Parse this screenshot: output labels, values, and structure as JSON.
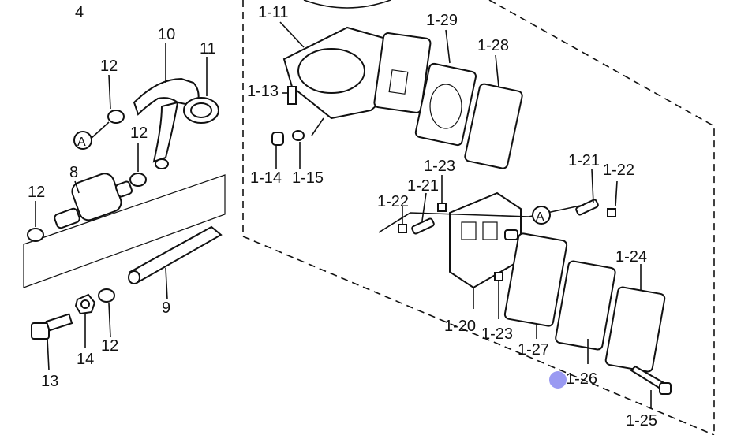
{
  "diagram": {
    "callouts": {
      "c4": "4",
      "c10": "10",
      "c11": "11",
      "c12a": "12",
      "c12b": "12",
      "c12c": "12",
      "c12d": "12",
      "c8": "8",
      "c9": "9",
      "c13": "13",
      "c14": "14",
      "cA1": "A",
      "cA2": "A",
      "c1_11": "1-11",
      "c1_13": "1-13",
      "c1_14": "1-14",
      "c1_15": "1-15",
      "c1_29": "1-29",
      "c1_28": "1-28",
      "c1_21a": "1-21",
      "c1_22a": "1-22",
      "c1_21b": "1-21",
      "c1_22b": "1-22",
      "c1_23a": "1-23",
      "c1_23b": "1-23",
      "c1_20": "1-20",
      "c1_27": "1-27",
      "c1_26": "1-26",
      "c1_24": "1-24",
      "c1_25": "1-25"
    },
    "colors": {
      "ink": "#111111",
      "paper": "#ffffff",
      "cursor": "#9a9af2"
    }
  }
}
